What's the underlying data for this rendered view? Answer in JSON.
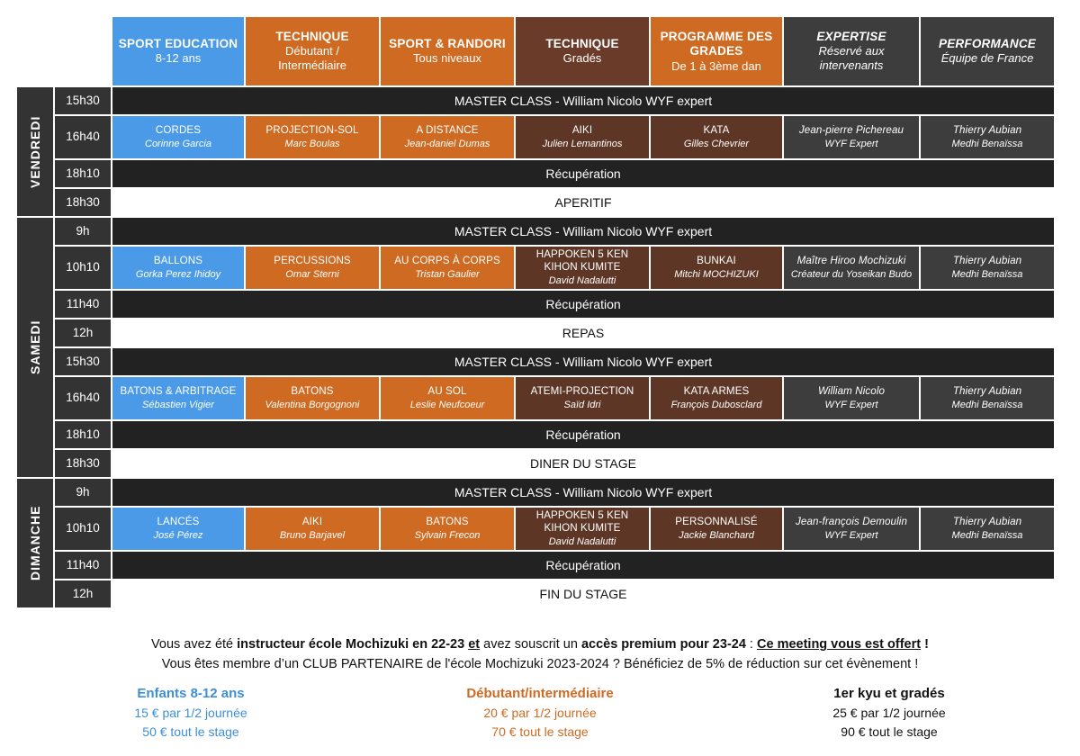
{
  "columns": [
    {
      "title": "SPORT EDUCATION",
      "subtitle": "8-12 ans",
      "color": "#4a9ae8",
      "style": "blue"
    },
    {
      "title": "TECHNIQUE",
      "subtitle": "Débutant / Intermédiaire",
      "color": "#cf6a22",
      "style": "orange"
    },
    {
      "title": "SPORT & RANDORI",
      "subtitle": "Tous niveaux",
      "color": "#cf6a22",
      "style": "orange"
    },
    {
      "title": "TECHNIQUE",
      "subtitle": "Gradés",
      "color": "#6b3b2a",
      "style": "brown"
    },
    {
      "title": "PROGRAMME DES GRADES",
      "subtitle": "De 1 à 3ème dan",
      "color": "#cf6a22",
      "style": "orange"
    },
    {
      "title": "EXPERTISE",
      "subtitle": "Réservé aux intervenants",
      "color": "#3d3d3d",
      "style": "gray-italic"
    },
    {
      "title": "PERFORMANCE",
      "subtitle": "Équipe de France",
      "color": "#3d3d3d",
      "style": "gray-italic"
    }
  ],
  "days": [
    {
      "label": "VENDREDI",
      "rows": [
        {
          "time": "15h30",
          "kind": "band",
          "band_style": "dark",
          "text": "MASTER CLASS - William Nicolo WYF expert"
        },
        {
          "time": "16h40",
          "kind": "cells",
          "cells": [
            {
              "style": "blue",
              "name": "CORDES",
              "person": "Corinne Garcia"
            },
            {
              "style": "orange",
              "name": "PROJECTION-SOL",
              "person": "Marc Boulas"
            },
            {
              "style": "orange",
              "name": "A DISTANCE",
              "person": "Jean-daniel Dumas"
            },
            {
              "style": "brown",
              "name": "AIKI",
              "person": "Julien Lemantinos"
            },
            {
              "style": "brown",
              "name": "KATA",
              "person": "Gilles Chevrier"
            },
            {
              "style": "gray",
              "name": "Jean-pierre Pichereau",
              "person": "WYF Expert"
            },
            {
              "style": "gray",
              "name": "Thierry Aubian",
              "person": "Medhi Benaïssa"
            }
          ]
        },
        {
          "time": "18h10",
          "kind": "band",
          "band_style": "dark",
          "text": "Récupération"
        },
        {
          "time": "18h30",
          "kind": "band",
          "band_style": "light",
          "text": "APERITIF"
        }
      ]
    },
    {
      "label": "SAMEDI",
      "rows": [
        {
          "time": "9h",
          "kind": "band",
          "band_style": "dark",
          "text": "MASTER CLASS - William Nicolo WYF expert"
        },
        {
          "time": "10h10",
          "kind": "cells",
          "cells": [
            {
              "style": "blue",
              "name": "BALLONS",
              "person": "Gorka Perez Ihidoy"
            },
            {
              "style": "orange",
              "name": "PERCUSSIONS",
              "person": "Omar Sterni"
            },
            {
              "style": "orange",
              "name": "AU CORPS À CORPS",
              "person": "Tristan Gaulier"
            },
            {
              "style": "brown",
              "name": "HAPPOKEN 5 KEN KIHON KUMITE",
              "person": "David Nadalutti"
            },
            {
              "style": "brown",
              "name": "BUNKAI",
              "person": "Mitchi MOCHIZUKI"
            },
            {
              "style": "gray",
              "name": "Maître Hiroo Mochizuki",
              "person": "Créateur du Yoseikan Budo"
            },
            {
              "style": "gray",
              "name": "Thierry Aubian",
              "person": "Medhi Benaïssa"
            }
          ]
        },
        {
          "time": "11h40",
          "kind": "band",
          "band_style": "dark",
          "text": "Récupération"
        },
        {
          "time": "12h",
          "kind": "band",
          "band_style": "light",
          "text": "REPAS"
        },
        {
          "time": "15h30",
          "kind": "band",
          "band_style": "dark",
          "text": "MASTER CLASS - William Nicolo WYF expert"
        },
        {
          "time": "16h40",
          "kind": "cells",
          "cells": [
            {
              "style": "blue",
              "name": "BATONS & ARBITRAGE",
              "person": "Sébastien Vigier"
            },
            {
              "style": "orange",
              "name": "BATONS",
              "person": "Valentina Borgognoni"
            },
            {
              "style": "orange",
              "name": "AU SOL",
              "person": "Leslie Neufcoeur"
            },
            {
              "style": "brown",
              "name": "ATEMI-PROJECTION",
              "person": "Saïd Idri"
            },
            {
              "style": "brown",
              "name": "KATA ARMES",
              "person": "François Dubosclard"
            },
            {
              "style": "gray",
              "name": "William Nicolo",
              "person": "WYF Expert"
            },
            {
              "style": "gray",
              "name": "Thierry Aubian",
              "person": "Medhi Benaïssa"
            }
          ]
        },
        {
          "time": "18h10",
          "kind": "band",
          "band_style": "dark",
          "text": "Récupération"
        },
        {
          "time": "18h30",
          "kind": "band",
          "band_style": "light",
          "text": "DINER DU STAGE"
        }
      ]
    },
    {
      "label": "DIMANCHE",
      "rows": [
        {
          "time": "9h",
          "kind": "band",
          "band_style": "dark",
          "text": "MASTER CLASS - William Nicolo WYF expert"
        },
        {
          "time": "10h10",
          "kind": "cells",
          "cells": [
            {
              "style": "blue",
              "name": "LANCÉS",
              "person": "José Pérez"
            },
            {
              "style": "orange",
              "name": "AIKI",
              "person": "Bruno Barjavel"
            },
            {
              "style": "orange",
              "name": "BATONS",
              "person": "Sylvain Frecon"
            },
            {
              "style": "brown",
              "name": "HAPPOKEN 5 KEN KIHON KUMITE",
              "person": "David Nadalutti"
            },
            {
              "style": "brown",
              "name": "PERSONNALISÉ",
              "person": "Jackie Blanchard"
            },
            {
              "style": "gray",
              "name": "Jean-françois Demoulin",
              "person": "WYF Expert"
            },
            {
              "style": "gray",
              "name": "Thierry Aubian",
              "person": "Medhi Benaïssa"
            }
          ]
        },
        {
          "time": "11h40",
          "kind": "band",
          "band_style": "dark",
          "text": "Récupération"
        },
        {
          "time": "12h",
          "kind": "band",
          "band_style": "light",
          "text": "FIN DU STAGE"
        }
      ]
    }
  ],
  "notes": {
    "line1": [
      {
        "t": "Vous avez été ",
        "b": false,
        "u": false
      },
      {
        "t": "instructeur école Mochizuki en 22-23 ",
        "b": true,
        "u": false
      },
      {
        "t": "et",
        "b": true,
        "u": true
      },
      {
        "t": " avez souscrit un ",
        "b": false,
        "u": false
      },
      {
        "t": "accès premium pour 23-24",
        "b": true,
        "u": false
      },
      {
        "t": " : ",
        "b": false,
        "u": false
      },
      {
        "t": "Ce meeting vous est offert",
        "b": true,
        "u": true
      },
      {
        "t": " !",
        "b": true,
        "u": false
      }
    ],
    "line2": "Vous êtes membre d’un CLUB PARTENAIRE de l'école Mochizuki 2023-2024 ? Bénéficiez de 5% de réduction sur cet évènement !"
  },
  "prices": [
    {
      "heading": "Enfants 8-12 ans",
      "half": "15 € par 1/2 journée",
      "full": "50 € tout le stage",
      "color": "#3d8fd8"
    },
    {
      "heading": "Débutant/intermédiaire",
      "half": "20 € par 1/2 journée",
      "full": "70 € tout le stage",
      "color": "#cf6a22"
    },
    {
      "heading": "1er kyu et gradés",
      "half": "25 € par 1/2 journée",
      "full": "90 € tout le stage",
      "color": "#111111"
    }
  ]
}
